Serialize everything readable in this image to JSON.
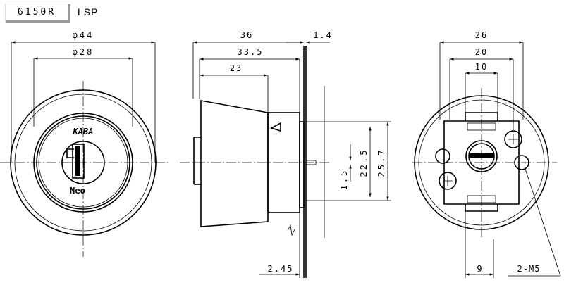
{
  "title": {
    "code": "6150R",
    "variant": "LSP"
  },
  "front_view": {
    "dims": {
      "outer_dia": "φ44",
      "inner_dia": "φ28"
    },
    "brand": "KABA",
    "model": "Neo"
  },
  "side_view": {
    "dims": {
      "total_length": "36",
      "flange": "1.4",
      "body_length": "33.5",
      "front_length": "23",
      "height_1": "22.5",
      "height_2": "25.7",
      "tail_width": "1.5",
      "tail_offset": "2.45"
    }
  },
  "rear_view": {
    "dims": {
      "width_26": "26",
      "width_20": "20",
      "width_10": "10",
      "offset_9": "9",
      "screw": "2-M5"
    }
  }
}
